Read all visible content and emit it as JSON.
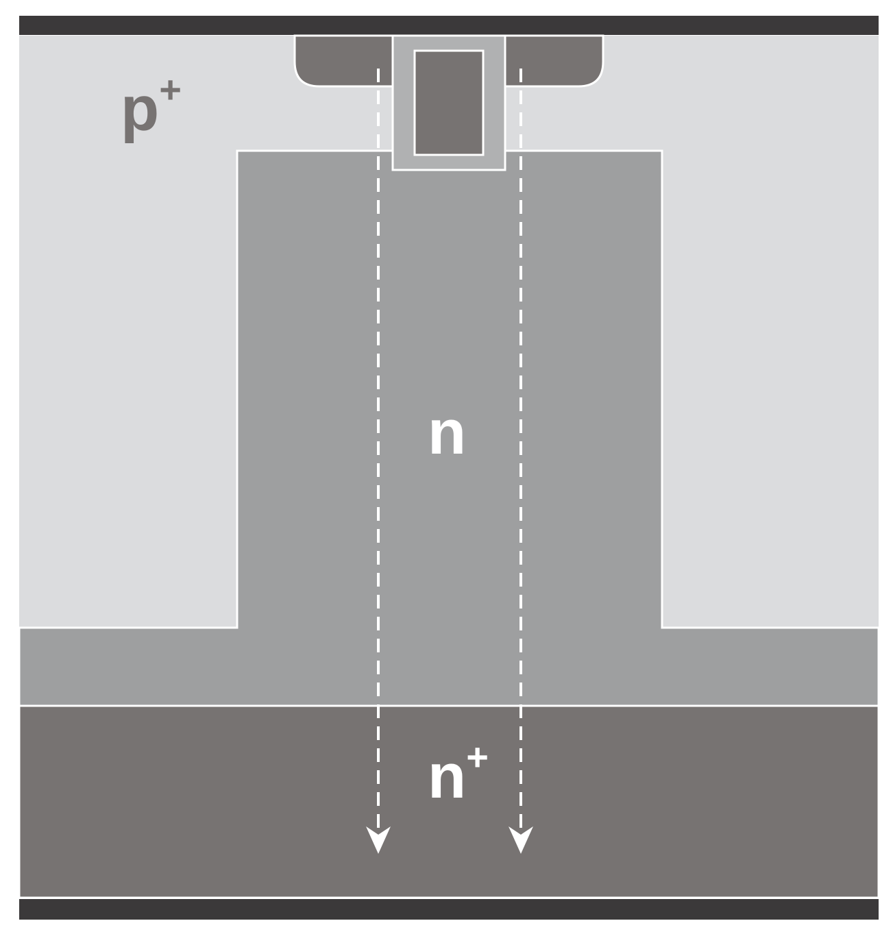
{
  "colors": {
    "background": "#ffffff",
    "contact_metal": "#3b393a",
    "p_plus_region": "#dbdcde",
    "n_region": "#9e9fa0",
    "n_plus_region": "#777372",
    "gate_electrode": "#777372",
    "gate_oxide": "#b0b1b2",
    "boundary_line": "#ffffff",
    "p_label": "#777372",
    "n_label": "#ffffff",
    "current_path": "#ffffff"
  },
  "labels": {
    "p_region": {
      "base": "p",
      "superscript": "+"
    },
    "n_region": {
      "base": "n"
    },
    "n_plus_region": {
      "base": "n",
      "superscript": "+"
    }
  },
  "icons": {
    "current_arrow": "dashed-down-arrow-icon"
  },
  "current_paths": [
    {
      "name": "current-path-left"
    },
    {
      "name": "current-path-right"
    }
  ]
}
